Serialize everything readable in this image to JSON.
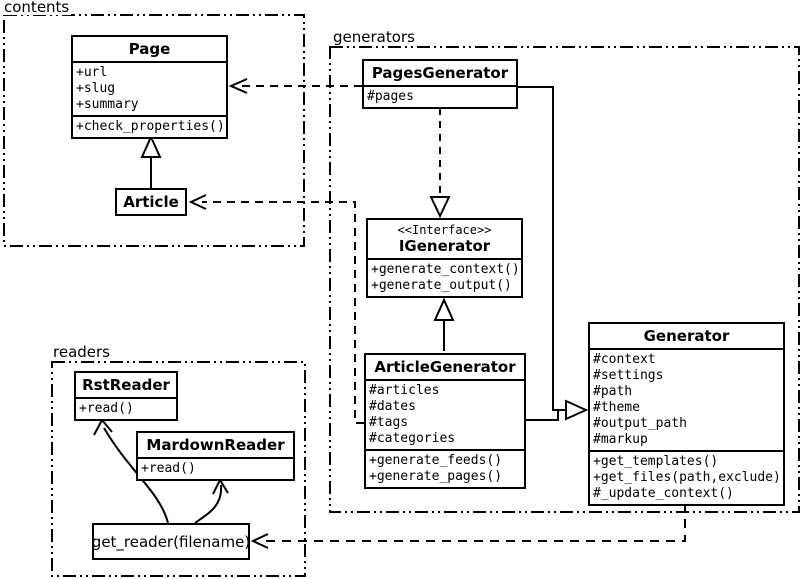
{
  "diagram": {
    "kind": "uml-class-diagram",
    "colors": {
      "line": "#000000",
      "background": "#ffffff",
      "box_fill": "#ffffff"
    }
  },
  "packages": {
    "contents": {
      "label": "contents"
    },
    "generators": {
      "label": "generators"
    },
    "readers": {
      "label": "readers"
    }
  },
  "classes": {
    "page": {
      "title": "Page",
      "attributes": [
        "+url",
        "+slug",
        "+summary"
      ],
      "methods": [
        "+check_properties()"
      ]
    },
    "article": {
      "title": "Article"
    },
    "pages_generator": {
      "title": "PagesGenerator",
      "attributes": [
        "#pages"
      ]
    },
    "igenerator": {
      "stereotype": "<<Interface>>",
      "title": "IGenerator",
      "methods": [
        "+generate_context()",
        "+generate_output()"
      ]
    },
    "article_generator": {
      "title": "ArticleGenerator",
      "attributes": [
        "#articles",
        "#dates",
        "#tags",
        "#categories"
      ],
      "methods": [
        "+generate_feeds()",
        "+generate_pages()"
      ]
    },
    "generator": {
      "title": "Generator",
      "attributes": [
        "#context",
        "#settings",
        "#path",
        "#theme",
        "#output_path",
        "#markup"
      ],
      "methods": [
        "+get_templates()",
        "+get_files(path,exclude)",
        "#_update_context()"
      ]
    },
    "rst_reader": {
      "title": "RstReader",
      "methods": [
        "+read()"
      ]
    },
    "mardown_reader": {
      "title": "MardownReader",
      "methods": [
        "+read()"
      ]
    },
    "get_reader": {
      "label": "get_reader(filename)"
    }
  },
  "relationships": [
    {
      "from": "Article",
      "to": "Page",
      "type": "inheritance",
      "line": "solid-hollow-triangle"
    },
    {
      "from": "PagesGenerator",
      "to": "Page",
      "type": "dependency",
      "line": "dashed-open-arrow"
    },
    {
      "from": "ArticleGenerator",
      "to": "Article",
      "type": "dependency",
      "line": "dashed-open-arrow"
    },
    {
      "from": "PagesGenerator",
      "to": "IGenerator",
      "type": "realization",
      "line": "dashed-hollow-triangle"
    },
    {
      "from": "ArticleGenerator",
      "to": "IGenerator",
      "type": "inheritance",
      "line": "solid-hollow-triangle"
    },
    {
      "from": "PagesGenerator",
      "to": "Generator",
      "type": "inheritance",
      "line": "solid-hollow-triangle"
    },
    {
      "from": "ArticleGenerator",
      "to": "Generator",
      "type": "inheritance",
      "line": "solid-hollow-triangle"
    },
    {
      "from": "Generator",
      "to": "get_reader(filename)",
      "type": "dependency",
      "line": "dashed-open-arrow"
    },
    {
      "from": "get_reader(filename)",
      "to": "RstReader",
      "type": "call",
      "line": "curved-open-arrow"
    },
    {
      "from": "get_reader(filename)",
      "to": "MardownReader",
      "type": "call",
      "line": "curved-open-arrow"
    }
  ]
}
